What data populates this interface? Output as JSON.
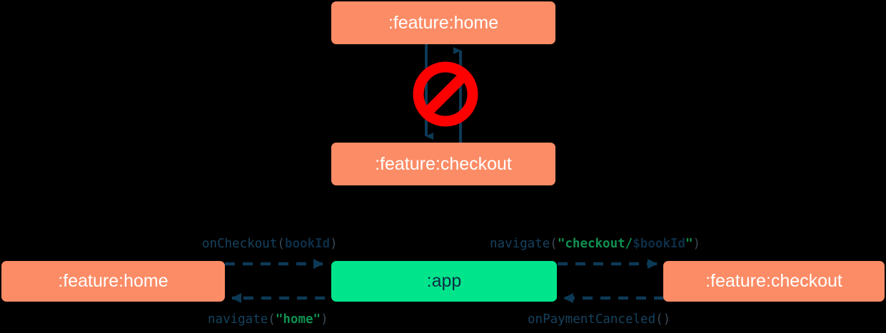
{
  "diagram": {
    "type": "module-dependency-diagram",
    "background_color": "#000000",
    "colors": {
      "feature_node": "#FC8C66",
      "app_node": "#00E58B",
      "node_text_light": "#FFFFFF",
      "node_text_dark": "#0C2D46",
      "arrow": "#0C3A56",
      "label_text": "#15425F",
      "string_literal": "#0E9150",
      "identifier": "#0C2D46",
      "forbidden_icon": "#FF0000"
    },
    "top_section": {
      "nodes": [
        {
          "id": "home-top",
          "label": ":feature:home",
          "kind": "feature"
        },
        {
          "id": "checkout-top",
          "label": ":feature:checkout",
          "kind": "feature"
        }
      ],
      "forbidden_marker": {
        "icon": "no-entry-sign-icon",
        "glyph": "🚫"
      },
      "connections": [
        {
          "from": "home-top",
          "to": "checkout-top",
          "direction": "down",
          "style": "solid"
        },
        {
          "from": "checkout-top",
          "to": "home-top",
          "direction": "up",
          "style": "solid"
        }
      ]
    },
    "bottom_section": {
      "nodes": [
        {
          "id": "home-bottom",
          "label": ":feature:home",
          "kind": "feature"
        },
        {
          "id": "app",
          "label": ":app",
          "kind": "app"
        },
        {
          "id": "checkout-bottom",
          "label": ":feature:checkout",
          "kind": "feature"
        }
      ],
      "edges": [
        {
          "id": "edge-home-to-app",
          "from": "home-bottom",
          "to": "app",
          "direction": "right",
          "style": "dashed",
          "position": "above",
          "label_plain": "onCheckout(bookId)",
          "label_parts": [
            {
              "text": "onCheckout",
              "role": "fn"
            },
            {
              "text": "(",
              "role": "paren"
            },
            {
              "text": "bookId",
              "role": "ident"
            },
            {
              "text": ")",
              "role": "paren"
            }
          ]
        },
        {
          "id": "edge-app-to-checkout",
          "from": "app",
          "to": "checkout-bottom",
          "direction": "right",
          "style": "dashed",
          "position": "above",
          "label_plain": "navigate(\"checkout/$bookId\")",
          "label_parts": [
            {
              "text": "navigate",
              "role": "fn"
            },
            {
              "text": "(",
              "role": "paren"
            },
            {
              "text": "\"checkout/",
              "role": "str"
            },
            {
              "text": "$bookId",
              "role": "interp"
            },
            {
              "text": "\"",
              "role": "str"
            },
            {
              "text": ")",
              "role": "paren"
            }
          ]
        },
        {
          "id": "edge-app-to-home",
          "from": "app",
          "to": "home-bottom",
          "direction": "left",
          "style": "dashed",
          "position": "below",
          "label_plain": "navigate(\"home\")",
          "label_parts": [
            {
              "text": "navigate",
              "role": "fn"
            },
            {
              "text": "(",
              "role": "paren"
            },
            {
              "text": "\"home\"",
              "role": "str"
            },
            {
              "text": ")",
              "role": "paren"
            }
          ]
        },
        {
          "id": "edge-checkout-to-app",
          "from": "checkout-bottom",
          "to": "app",
          "direction": "left",
          "style": "dashed",
          "position": "below",
          "label_plain": "onPaymentCanceled()",
          "label_parts": [
            {
              "text": "onPaymentCanceled",
              "role": "fn"
            },
            {
              "text": "()",
              "role": "paren"
            }
          ]
        }
      ]
    }
  }
}
